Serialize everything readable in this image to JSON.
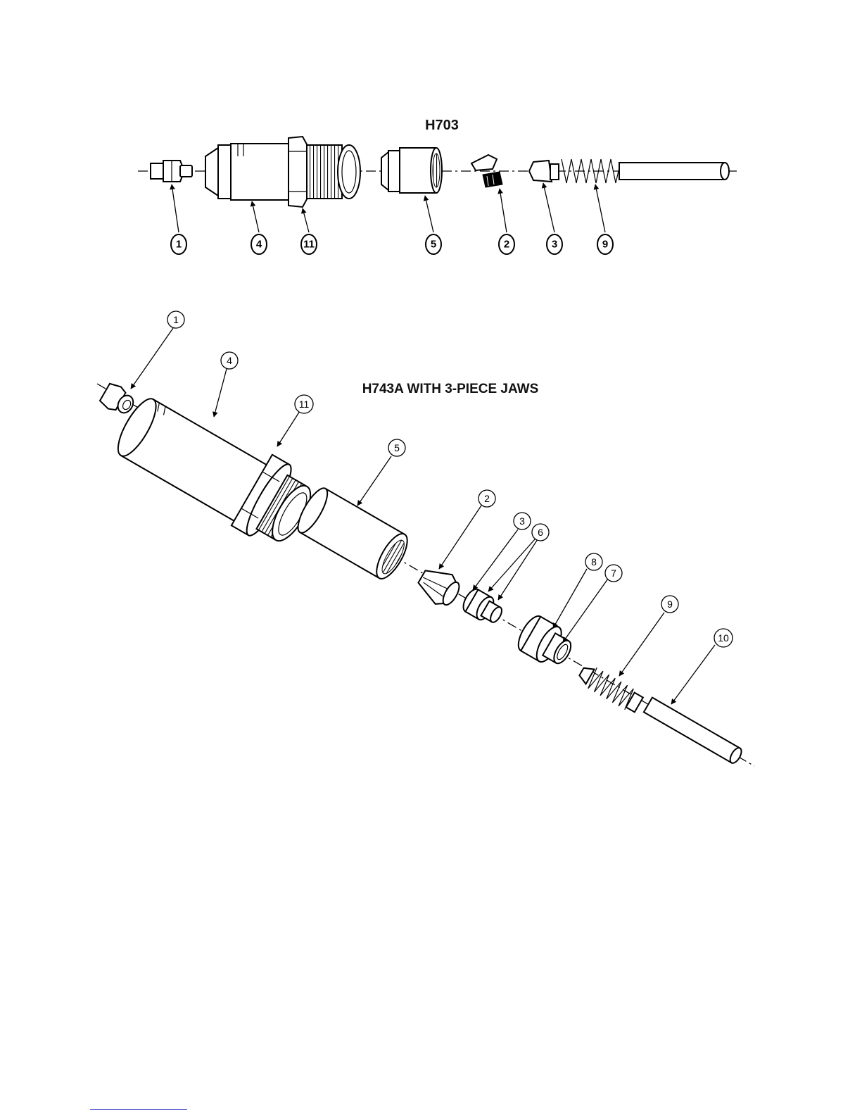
{
  "figure_top": {
    "title": "H703",
    "callouts": [
      "1",
      "4",
      "11",
      "5",
      "2",
      "3",
      "9"
    ]
  },
  "figure_bottom": {
    "title": "H743A WITH 3-PIECE JAWS",
    "callouts": [
      "1",
      "4",
      "11",
      "5",
      "2",
      "3",
      "6",
      "8",
      "7",
      "9",
      "10"
    ]
  }
}
